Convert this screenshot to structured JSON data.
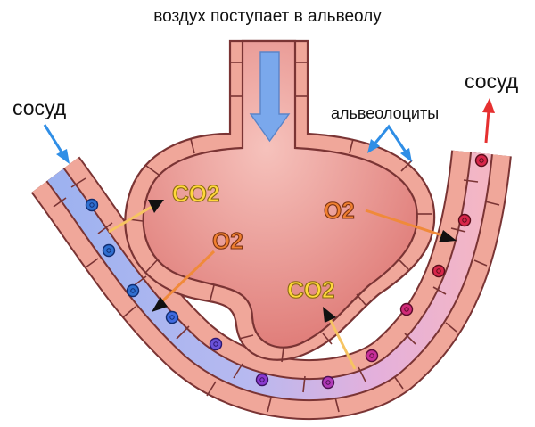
{
  "labels": {
    "air_in": "воздух поступает в альвеолу",
    "vessel_left": "сосуд",
    "vessel_right": "сосуд",
    "alveolocytes": "альвеолоциты"
  },
  "gases": {
    "co2_upper": "CO2",
    "o2_right": "O2",
    "o2_middle": "O2",
    "co2_lower": "CO2"
  },
  "colors": {
    "tissue": "#f0a79a",
    "tissue_outline": "#7a3434",
    "alveolus_fill": "#e8908a",
    "vessel_venous": "#a8b8f0",
    "vessel_arterial": "#f0b8c8",
    "co2_text": "#ffd83a",
    "o2_text": "#f08030",
    "co2_arrow": "#f6c462",
    "o2_arrow": "#f08a3a",
    "blue_cell": "#2f6fd0",
    "red_cell": "#d8264a",
    "purple_cell": "#8a3ad0",
    "blue_arrow": "#2f8ee6",
    "red_arrow": "#e63030"
  }
}
